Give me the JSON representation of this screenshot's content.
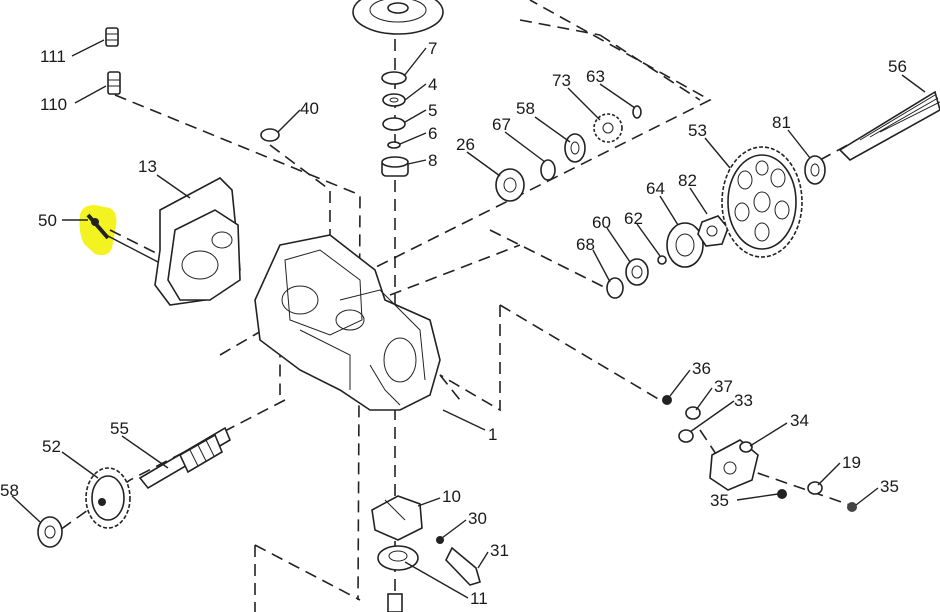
{
  "diagram": {
    "highlight_color": "#f3f20a",
    "ink_color": "#222222",
    "callouts": {
      "c111": "111",
      "c110": "110",
      "c13": "13",
      "c50": "50",
      "c40": "40",
      "c7": "7",
      "c4": "4",
      "c5": "5",
      "c6": "6",
      "c8": "8",
      "c73": "73",
      "c63": "63",
      "c58a": "58",
      "c67": "67",
      "c26": "26",
      "c53": "53",
      "c81": "81",
      "c56": "56",
      "c64": "64",
      "c82": "82",
      "c60": "60",
      "c62": "62",
      "c68": "68",
      "c1": "1",
      "c36": "36",
      "c37": "37",
      "c33": "33",
      "c34": "34",
      "c19": "19",
      "c35a": "35",
      "c35b": "35",
      "c55": "55",
      "c52": "52",
      "c58b": "58",
      "c10": "10",
      "c30": "30",
      "c31": "31",
      "c11": "11"
    }
  }
}
